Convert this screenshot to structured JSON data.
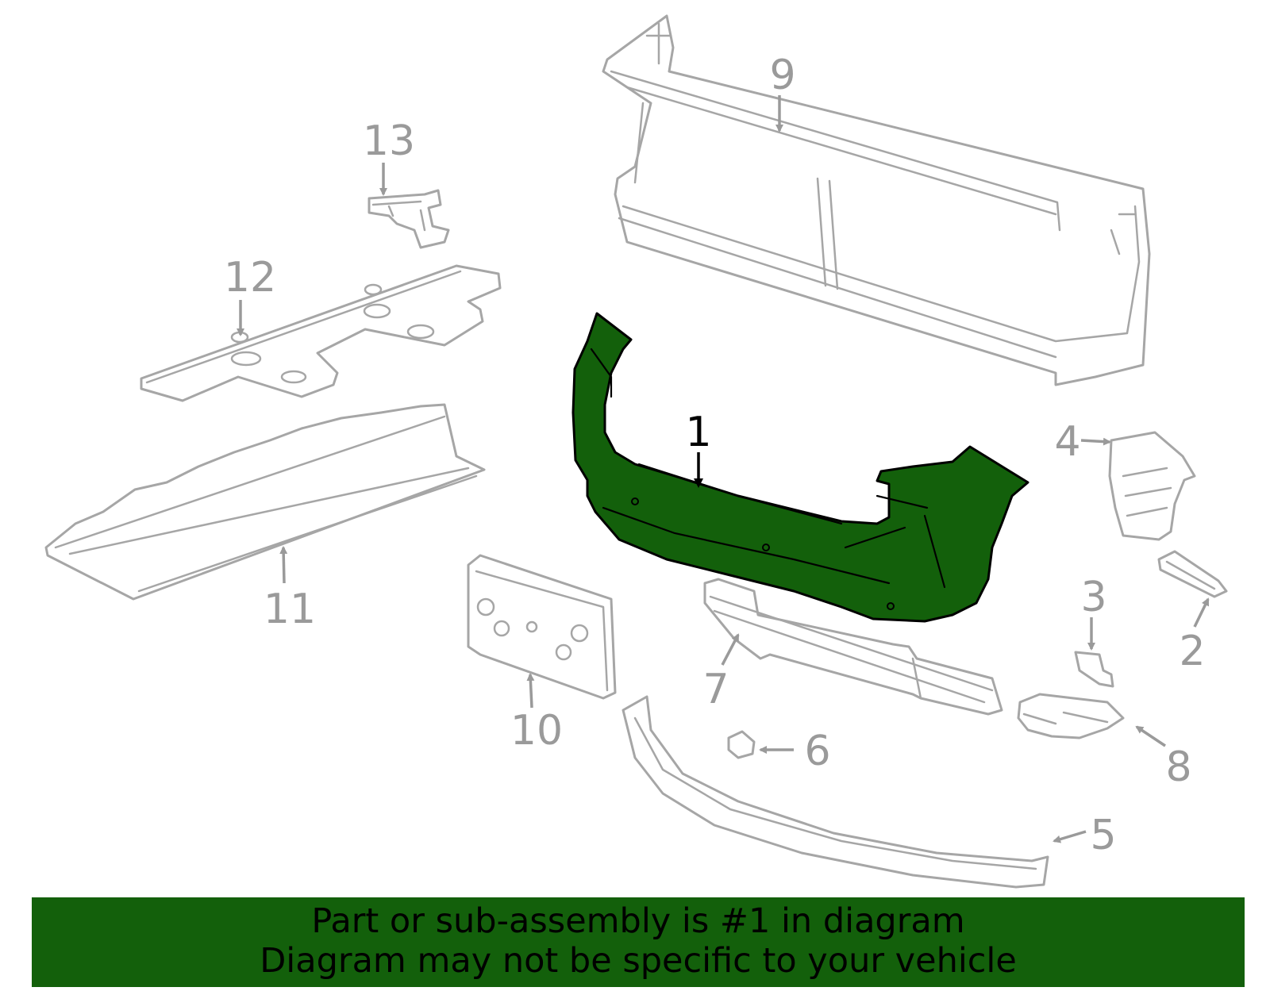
{
  "diagram": {
    "highlight_color": "#13600b",
    "part_color": "#a6a6a6",
    "callouts": {
      "c1": "1",
      "c2": "2",
      "c3": "3",
      "c4": "4",
      "c5": "5",
      "c6": "6",
      "c7": "7",
      "c8": "8",
      "c9": "9",
      "c10": "10",
      "c11": "11",
      "c12": "12",
      "c13": "13"
    },
    "highlighted_part": "1"
  },
  "banner": {
    "line1": "Part or sub-assembly is #1 in diagram",
    "line2": "Diagram may not be specific to your vehicle",
    "background": "#13600b"
  }
}
